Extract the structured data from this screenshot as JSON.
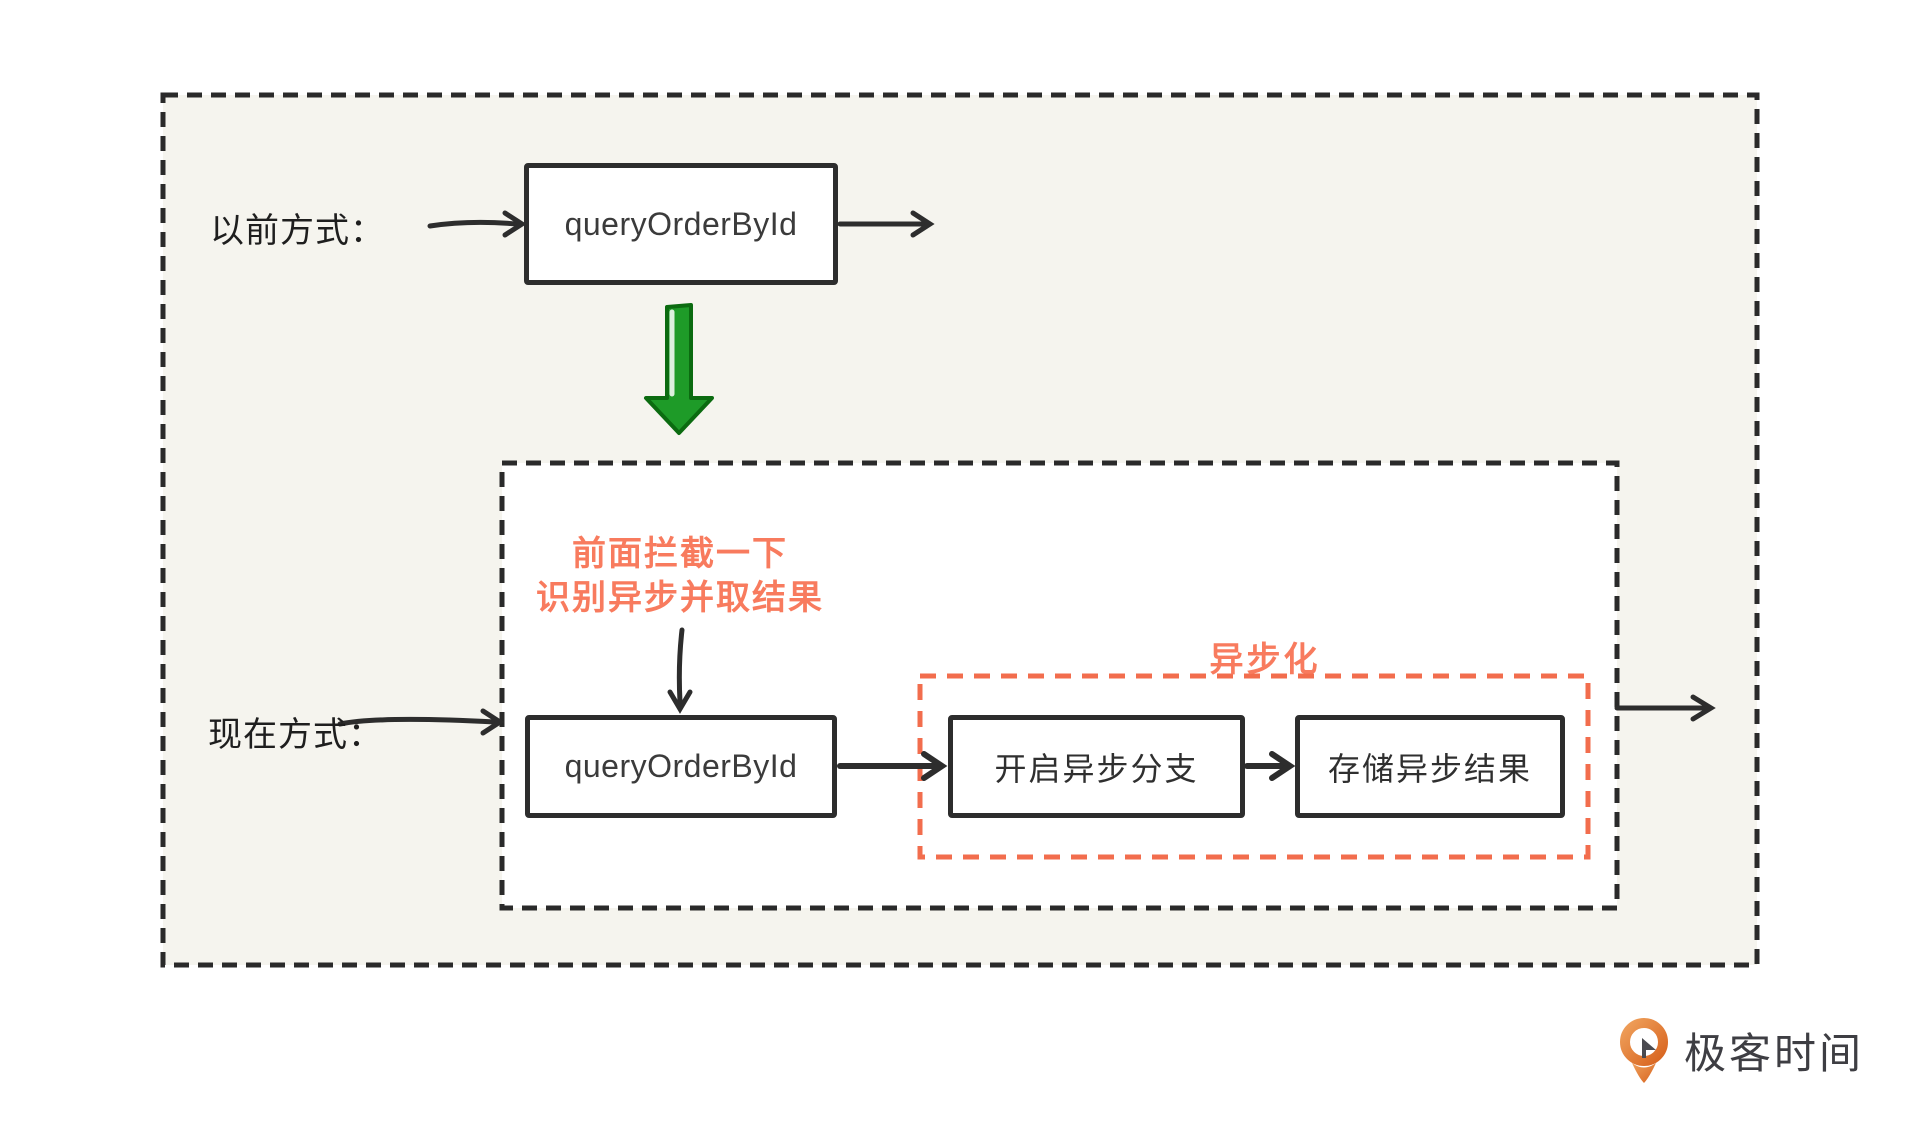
{
  "diagram": {
    "before_flow": {
      "label": "以前方式：",
      "box": "queryOrderById"
    },
    "now_flow": {
      "label": "现在方式：",
      "box": "queryOrderById",
      "async_group_label": "异步化",
      "open_branch_box": "开启异步分支",
      "store_result_box": "存储异步结果"
    },
    "annotations": {
      "intercept_line1": "前面拦截一下",
      "intercept_line2": "识别异步并取结果"
    },
    "icons": {
      "transition": "green-down-arrow-icon",
      "brand": "geektime-logo-icon"
    },
    "colors": {
      "ink": "#2d2d2d",
      "container_fill": "#f5f4ee",
      "coral_text": "#f87b5e",
      "coral_dash": "#f26d4d",
      "green_fill": "#1e9b28",
      "green_outline": "#0b6b10",
      "logo_orange": "#d8641f",
      "logo_text": "#3e3e43"
    }
  },
  "footer": {
    "brand_name": "极客时间"
  }
}
